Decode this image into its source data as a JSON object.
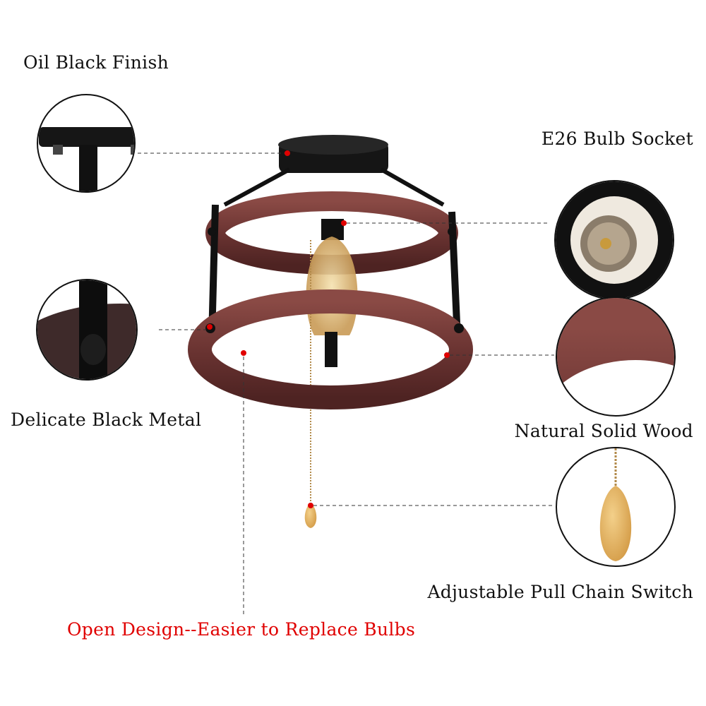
{
  "labels": {
    "oil_black_finish": "Oil Black Finish",
    "e26_bulb_socket": "E26 Bulb Socket",
    "delicate_black_metal": "Delicate Black Metal",
    "natural_solid_wood": "Natural Solid Wood",
    "pull_chain_switch": "Adjustable Pull Chain Switch",
    "open_design": "Open Design--Easier to Replace Bulbs"
  },
  "colors": {
    "callout_dot": "#e00000",
    "highlight_text": "#e00000",
    "wood": "#6b3432",
    "metal": "#1a1a1a",
    "pull_knob": "#e2b56a"
  }
}
